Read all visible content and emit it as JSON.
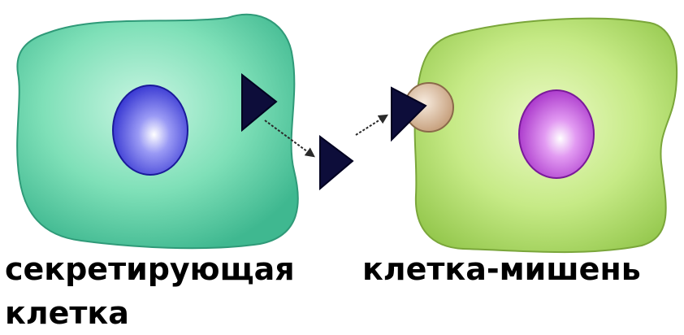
{
  "labels": {
    "secreting_line1": "секретирующая",
    "secreting_line2": "клетка",
    "target": "клетка-мишень"
  },
  "colors": {
    "secreting_cell": "#6fdcb0",
    "secreting_nucleus": "#3a3ad8",
    "target_cell": "#b8e07a",
    "target_nucleus": "#b03ad0",
    "receptor": "#d8b89a",
    "hormone": "#0d0d3a",
    "text": "#000000"
  }
}
